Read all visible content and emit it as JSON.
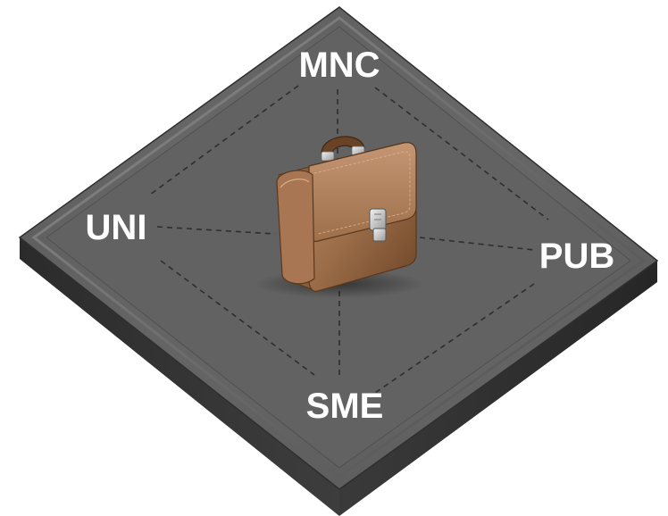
{
  "diagram": {
    "nodes": {
      "top": "MNC",
      "left": "UNI",
      "right": "PUB",
      "bottom": "SME"
    },
    "center_icon": "briefcase-icon"
  }
}
